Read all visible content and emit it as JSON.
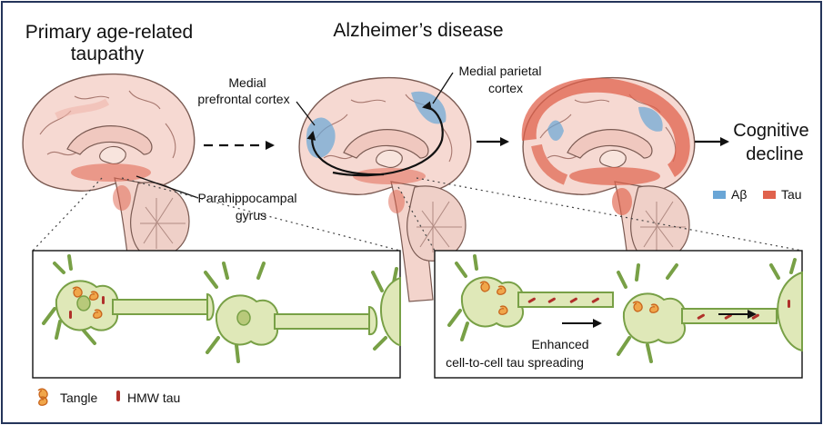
{
  "titles": {
    "left": [
      "Primary age-related",
      "taupathy"
    ],
    "middle": "Alzheimer’s disease",
    "right": [
      "Cognitive",
      "decline"
    ]
  },
  "labels": {
    "medial_prefrontal": [
      "Medial",
      "prefrontal cortex"
    ],
    "medial_parietal": [
      "Medial parietal",
      "cortex"
    ],
    "parahippocampal": [
      "Parahippocampal",
      "gyrus"
    ],
    "spreading": [
      "Enhanced",
      "cell-to-cell tau spreading"
    ]
  },
  "legend_top": {
    "abeta": "Aβ",
    "tau": "Tau"
  },
  "legend_bottom": {
    "tangle": "Tangle",
    "hmw_tau": "HMW tau"
  },
  "colors": {
    "abeta": "#6aa6d6",
    "tau": "#e0624c",
    "brain": "#f6d9d2",
    "neuron_fill": "#dfe8b8",
    "neuron_stroke": "#78a046",
    "tangle": "#f0a64a",
    "hmw_tau": "#b0302a",
    "frame": "#24345a"
  }
}
